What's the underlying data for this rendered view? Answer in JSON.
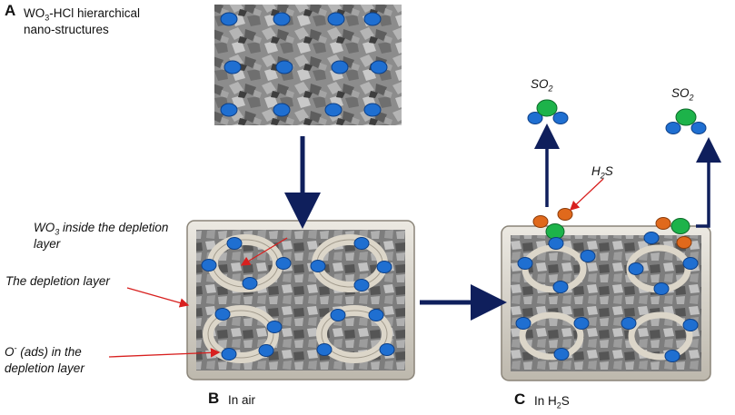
{
  "panel_a": {
    "letter": "A",
    "title_pre": "WO",
    "title_sub": "3",
    "title_post": "-HCl hierarchical",
    "title_line2": "nano-structures"
  },
  "panel_b": {
    "letter": "B",
    "caption": "In air"
  },
  "panel_c": {
    "letter": "C",
    "caption_pre": "In H",
    "caption_sub": "2",
    "caption_post": "S"
  },
  "labels": {
    "wo3_inside_pre": "WO",
    "wo3_inside_sub": "3",
    "wo3_inside_post": " inside the depletion",
    "wo3_inside_line2": "layer",
    "depletion_layer": "The depletion layer",
    "oads_pre": "O",
    "oads_sup": "-",
    "oads_post": " (ads) in the",
    "oads_line2": "depletion layer",
    "so2_pre": "SO",
    "so2_sub": "2",
    "h2s_pre": "H",
    "h2s_sub": "2",
    "h2s_post": "S"
  },
  "colors": {
    "oxygen_blue": "#1f6fd1",
    "sulfur_green": "#1db34a",
    "hydrogen_orange": "#e0691c",
    "arrow_navy": "#0f1f5c",
    "pointer_red": "#d8201f",
    "ring": "#dcd6c9",
    "frame": "#8a8478"
  }
}
